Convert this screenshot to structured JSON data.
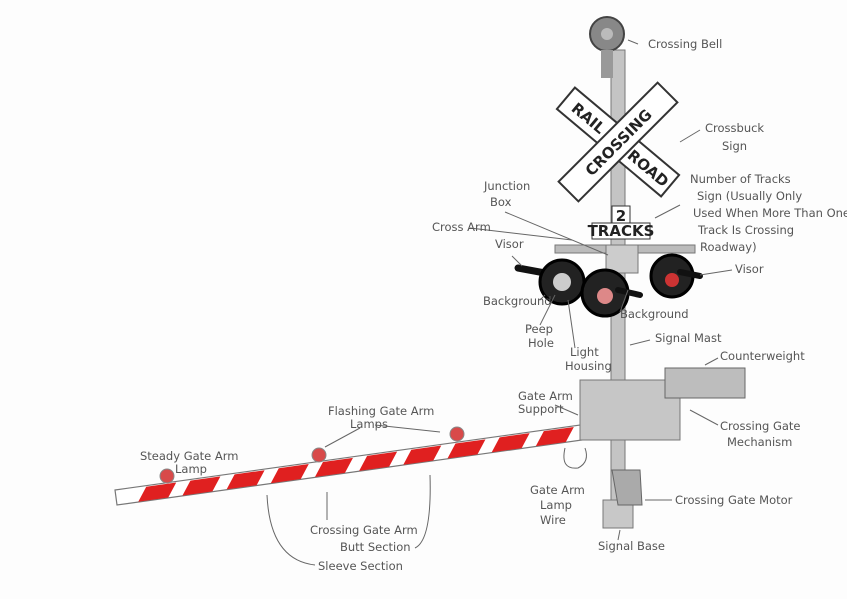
{
  "sign": {
    "rail": "RAIL",
    "road": "ROAD",
    "crossing": "CROSSING",
    "tracks_number": "2",
    "tracks_word": "TRACKS"
  },
  "labels": {
    "crossing_bell": "Crossing Bell",
    "crossbuck_1": "Crossbuck",
    "crossbuck_2": "Sign",
    "tracks_sign_1": "Number of Tracks",
    "tracks_sign_2": "Sign (Usually Only",
    "tracks_sign_3": "Used When More Than One",
    "tracks_sign_4": "Track Is Crossing",
    "tracks_sign_5": "Roadway)",
    "junction_1": "Junction",
    "junction_2": "Box",
    "cross_arm": "Cross Arm",
    "visor_left": "Visor",
    "visor_right": "Visor",
    "background_left": "Background",
    "background_right": "Background",
    "peep_1": "Peep",
    "peep_2": "Hole",
    "light_1": "Light",
    "light_2": "Housing",
    "signal_mast": "Signal Mast",
    "counterweight": "Counterweight",
    "support_1": "Gate Arm",
    "support_2": "Support",
    "mechanism_1": "Crossing Gate",
    "mechanism_2": "Mechanism",
    "flashing_1": "Flashing Gate Arm",
    "flashing_2": "Lamps",
    "steady_1": "Steady Gate Arm",
    "steady_2": "Lamp",
    "wire_1": "Gate Arm",
    "wire_2": "Lamp",
    "wire_3": "Wire",
    "motor": "Crossing Gate Motor",
    "gate_arm": "Crossing Gate Arm",
    "butt": "Butt Section",
    "sleeve": "Sleeve Section",
    "signal_base": "Signal Base"
  },
  "colors": {
    "stripe": "#e02020",
    "lamp": "#d84a4a",
    "metal": "#b0b0b0",
    "ink": "#1a1a1a"
  }
}
